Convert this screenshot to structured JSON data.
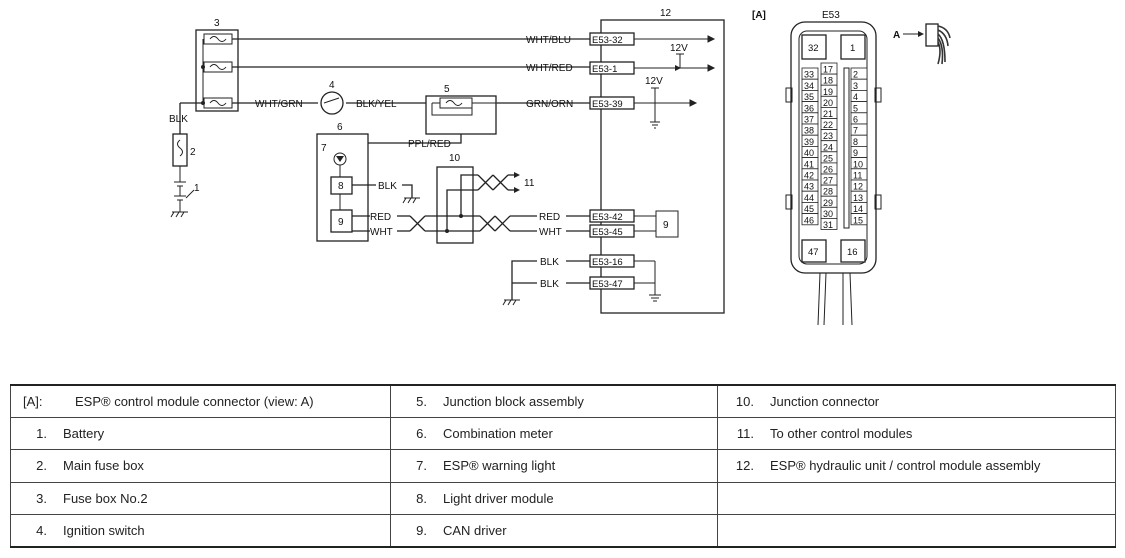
{
  "diagram": {
    "callouts": {
      "n1": "1",
      "n2": "2",
      "n3": "3",
      "n4": "4",
      "n5": "5",
      "n6": "6",
      "n7": "7",
      "n8": "8",
      "n9": "9",
      "n9b": "9",
      "n10": "10",
      "n11": "11",
      "n12": "12"
    },
    "wires": {
      "wht_blu": "WHT/BLU",
      "wht_red": "WHT/RED",
      "wht_grn": "WHT/GRN",
      "blk_yel": "BLK/YEL",
      "grn_orn": "GRN/ORN",
      "ppl_red": "PPL/RED",
      "blk": "BLK",
      "red": "RED",
      "wht": "WHT"
    },
    "terminals": {
      "t1": "E53-32",
      "t2": "E53-1",
      "t3": "E53-39",
      "t4": "E53-42",
      "t5": "E53-45",
      "t6": "E53-16",
      "t7": "E53-47"
    },
    "volt": "12V",
    "connector": {
      "view_tag": "[A]",
      "name": "E53",
      "arrow_label": "A",
      "top_pins": [
        "32",
        "1"
      ],
      "bottom_pins": [
        "47",
        "16"
      ],
      "left_column": [
        "33",
        "34",
        "35",
        "36",
        "37",
        "38",
        "39",
        "40",
        "41",
        "42",
        "43",
        "44",
        "45",
        "46"
      ],
      "middle_column": [
        "17",
        "18",
        "19",
        "20",
        "21",
        "22",
        "23",
        "24",
        "25",
        "26",
        "27",
        "28",
        "29",
        "30",
        "31"
      ],
      "right_column": [
        "2",
        "3",
        "4",
        "5",
        "6",
        "7",
        "8",
        "9",
        "10",
        "11",
        "12",
        "13",
        "14",
        "15"
      ]
    }
  },
  "legend": {
    "rows": [
      [
        {
          "no": "[A]:",
          "text": "ESP® control module connector (view: A)"
        },
        {
          "no": "5.",
          "text": "Junction block assembly"
        },
        {
          "no": "10.",
          "text": "Junction connector"
        }
      ],
      [
        {
          "no": "1.",
          "text": "Battery"
        },
        {
          "no": "6.",
          "text": "Combination meter"
        },
        {
          "no": "11.",
          "text": "To other control modules"
        }
      ],
      [
        {
          "no": "2.",
          "text": "Main fuse box"
        },
        {
          "no": "7.",
          "text": "ESP® warning light"
        },
        {
          "no": "12.",
          "text": "ESP® hydraulic unit / control module assembly"
        }
      ],
      [
        {
          "no": "3.",
          "text": "Fuse box No.2"
        },
        {
          "no": "8.",
          "text": "Light driver module"
        },
        {
          "no": "",
          "text": ""
        }
      ],
      [
        {
          "no": "4.",
          "text": "Ignition switch"
        },
        {
          "no": "9.",
          "text": "CAN driver"
        },
        {
          "no": "",
          "text": ""
        }
      ]
    ]
  }
}
